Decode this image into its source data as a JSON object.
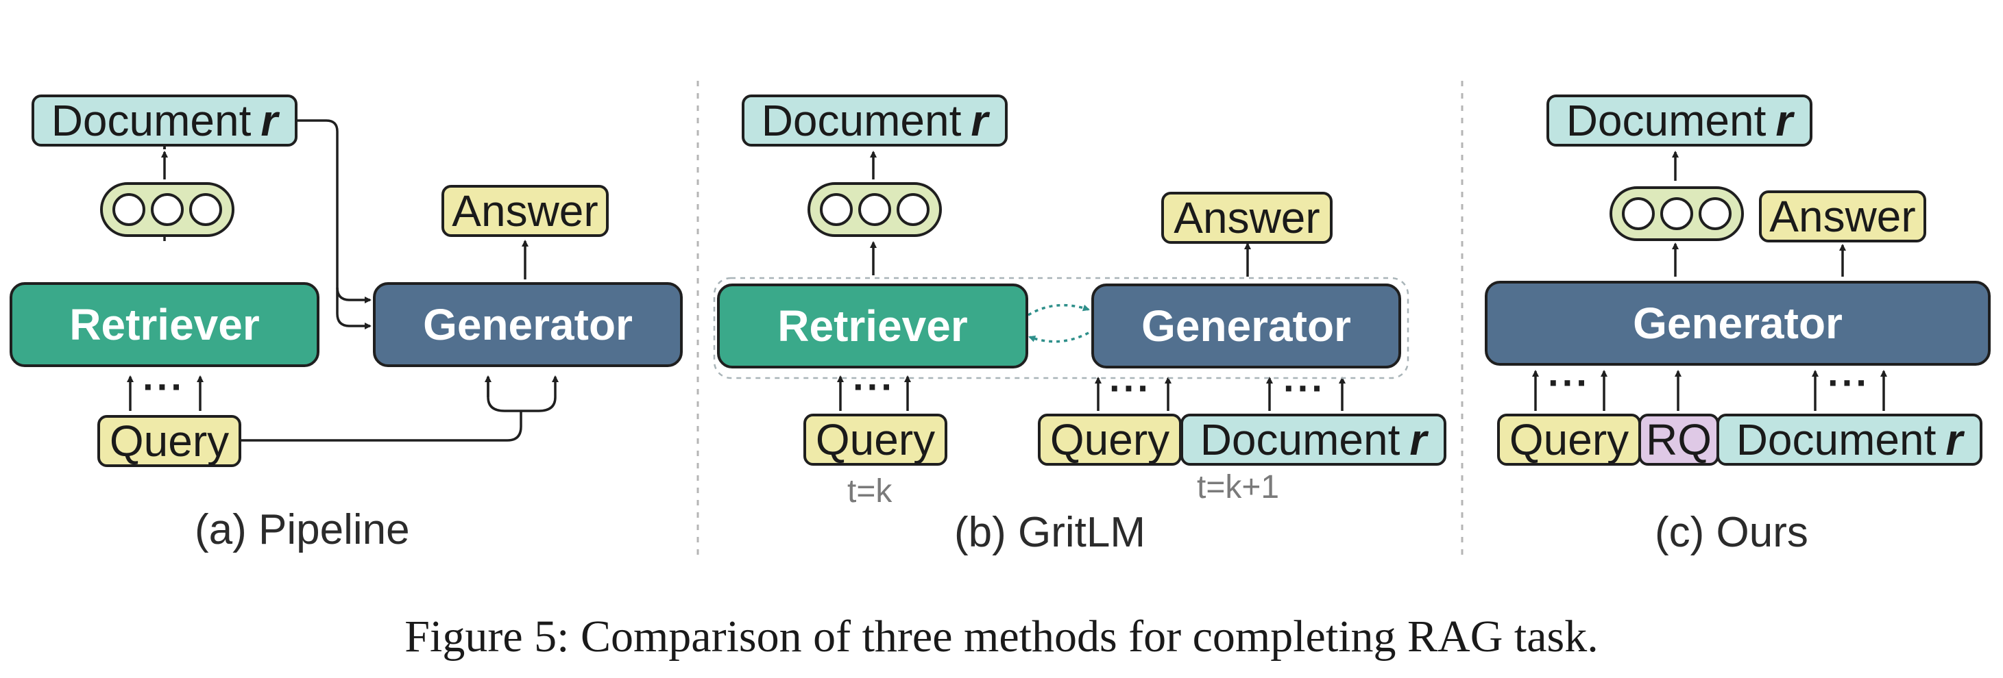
{
  "panels": {
    "a": {
      "document_label": "Document",
      "document_var": "r",
      "answer_label": "Answer",
      "retriever_label": "Retriever",
      "generator_label": "Generator",
      "query_label": "Query",
      "caption": "(a) Pipeline"
    },
    "b": {
      "document_label": "Document",
      "document_var": "r",
      "answer_label": "Answer",
      "retriever_label": "Retriever",
      "generator_label": "Generator",
      "query_left_label": "Query",
      "query_right_label": "Query",
      "doc_input_label": "Document",
      "doc_input_var": "r",
      "t_left": "t=k",
      "t_right": "t=k+1",
      "caption": "(b) GritLM"
    },
    "c": {
      "document_label": "Document",
      "document_var": "r",
      "answer_label": "Answer",
      "generator_label": "Generator",
      "query_label": "Query",
      "rq_label": "RQ",
      "doc_input_label": "Document",
      "doc_input_var": "r",
      "caption": "(c) Ours"
    }
  },
  "ellipsis": "···",
  "figure_caption": "Figure 5: Comparison of three methods for completing RAG task.",
  "colors": {
    "document": "#bfe4e1",
    "answer_query": "#efeaa9",
    "retriever": "#3aa98a",
    "generator": "#52708f",
    "embedding": "#dde9bb",
    "rq": "#dfc9e6",
    "divider": "#b5b5b5",
    "gritlm_link": "#2e8f8a"
  }
}
